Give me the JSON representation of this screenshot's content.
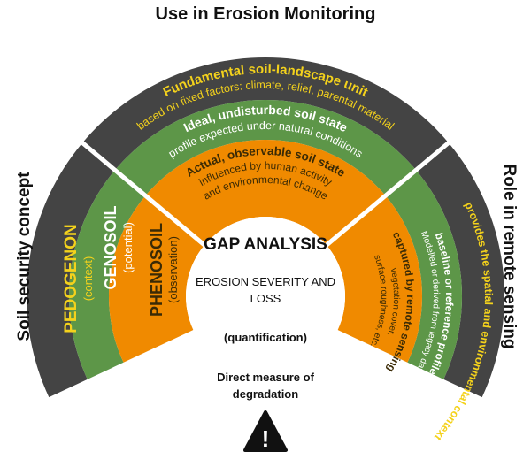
{
  "titles": {
    "top": "Use in Erosion Monitoring",
    "left": "Soil security concept",
    "right": "Role in remote sensing"
  },
  "left_bands": {
    "pedogenon": {
      "name": "PEDOGENON",
      "sub": "(context)"
    },
    "genosoil": {
      "name": "GENOSOIL",
      "sub": "(potential)"
    },
    "phenosoil": {
      "name": "PHENOSOIL",
      "sub": "(observation)"
    }
  },
  "top_bands": {
    "outer_title": "Fundamental soil-landscape unit",
    "outer_sub": "based on fixed factors: climate, relief, parental material",
    "middle_title": "Ideal, undisturbed soil state",
    "middle_sub": "profile expected under natural conditions",
    "inner_title": "Actual, observable soil state",
    "inner_sub1": "influenced by human activity",
    "inner_sub2": "and environmental change"
  },
  "right_bands": {
    "outer": "provides the spatial and environmental context",
    "middle_title": "baseline or reference profile",
    "middle_sub": "Modelled or derived from legacy data",
    "inner_title": "captured by remote sensing",
    "inner_sub1": "vegetation cover,",
    "inner_sub2": "surface roughness, etc."
  },
  "center": {
    "title": "GAP ANALYSIS",
    "line1": "EROSION SEVERITY AND",
    "line2": "LOSS",
    "quant": "(quantification)",
    "measure1": "Direct measure of",
    "measure2": "degradation",
    "warning_glyph": "!"
  },
  "colors": {
    "outer_ring": "#444444",
    "middle_ring": "#5d9648",
    "inner_ring": "#f08a00",
    "yellow_text": "#f4d21c"
  }
}
